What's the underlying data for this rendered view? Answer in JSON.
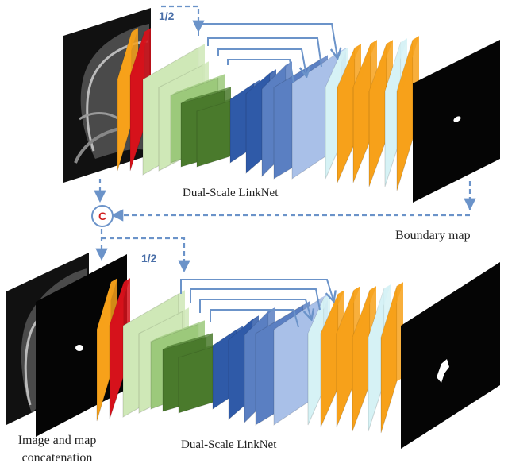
{
  "top_network": {
    "label": "Dual-Scale LinkNet",
    "scale_label": "1/2",
    "output_label": "Boundary map"
  },
  "bottom_network": {
    "label": "Dual-Scale LinkNet",
    "scale_label": "1/2",
    "input_label_line1": "Image and map",
    "input_label_line2": "concatenation"
  },
  "concat_symbol": "C",
  "colors": {
    "orange": "#f7a11a",
    "red": "#d6121b",
    "light_green": "#cfe8b7",
    "mid_green": "#9cc97b",
    "dark_green": "#4a7a2c",
    "dark_blue": "#2f5aa8",
    "mid_blue": "#5a7fc2",
    "light_blue": "#a9c0e8",
    "pale_cyan": "#d6f2f5",
    "arrow": "#6b93c9",
    "concat_text": "#d02020"
  },
  "icons": [
    "mri-slice-image",
    "boundary-map-image",
    "segmentation-output-image"
  ]
}
